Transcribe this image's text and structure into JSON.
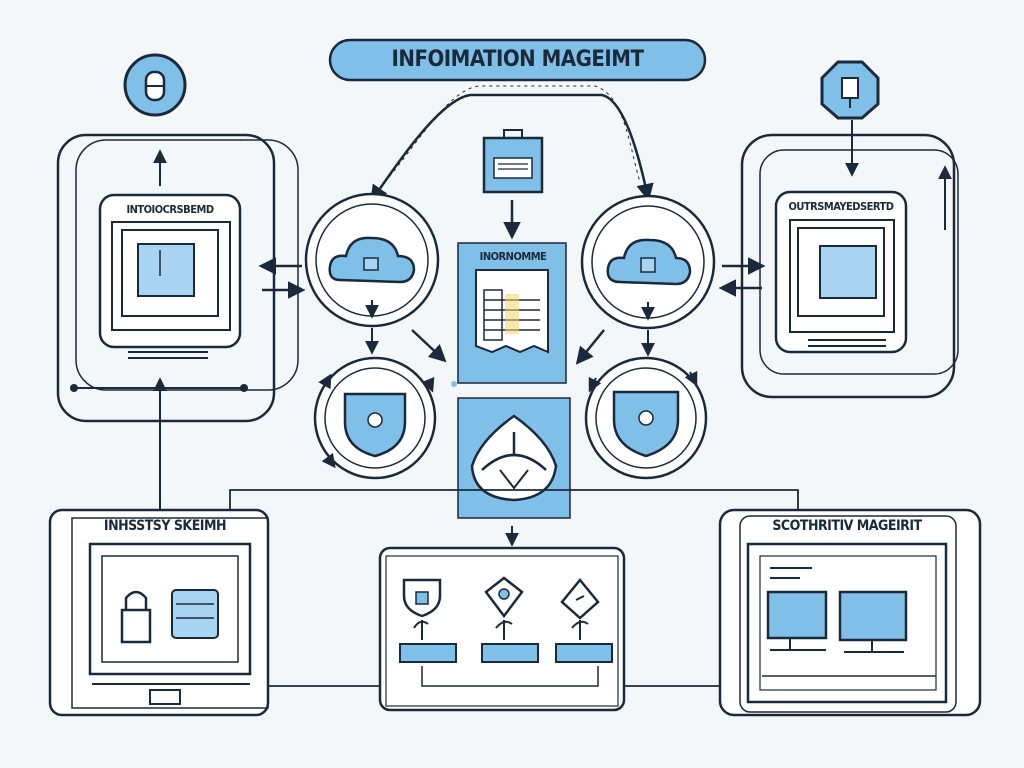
{
  "diagram": {
    "title": "INFOIMATION MAGEIMT",
    "labels": {
      "left_panel": "INTOIOCRSBEMD",
      "right_panel": "OUTRSMAYEDSERTD",
      "center_doc": "INORNOMME",
      "bottom_left": "INHSSTSY SKEIMH",
      "bottom_right": "SCOTHRITIV MAGEIRIT"
    },
    "colors": {
      "accent": "#7fbfe8",
      "accent_light": "#a8d4f2",
      "line": "#1b2a3a",
      "background": "#f4f7f9"
    },
    "icons": [
      "lock-icon",
      "padlock-icon",
      "cloud-icon",
      "shield-icon",
      "document-icon",
      "monitor-icon",
      "warning-icon"
    ]
  }
}
